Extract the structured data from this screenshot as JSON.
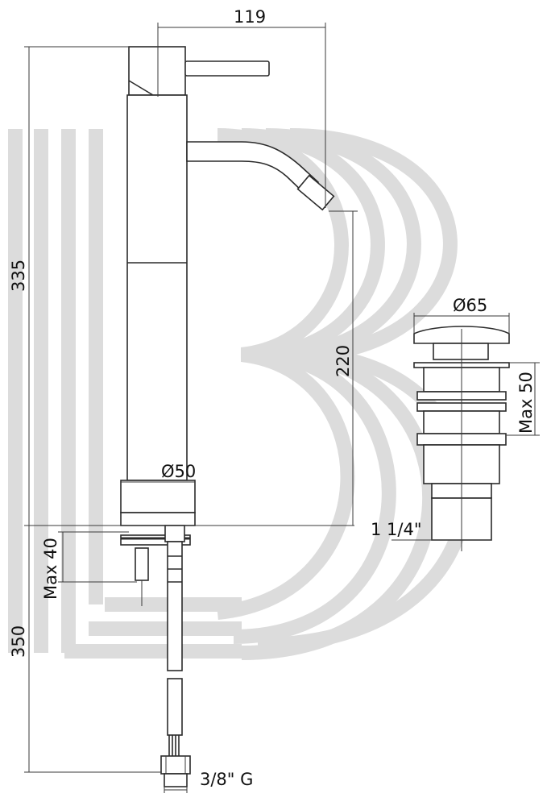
{
  "drawing": {
    "dimensions": {
      "width_top": "119",
      "height_total": "335",
      "spout_height": "220",
      "base_diameter": "Ø50",
      "max_40": "Max 40",
      "hose_length": "350",
      "hose_thread": "3/8\" G",
      "waste_diameter": "Ø65",
      "max_50": "Max 50",
      "waste_thread": "1 1/4\""
    },
    "colors": {
      "line": "#2b2b2b",
      "watermark": "#dcdcdc"
    }
  }
}
